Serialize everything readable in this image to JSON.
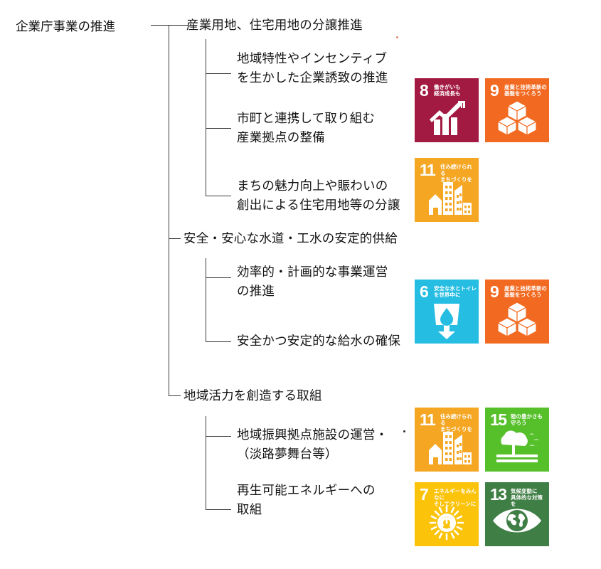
{
  "diagram": {
    "title": "企業庁事業の推進",
    "type": "organization-tree",
    "branches": [
      {
        "id": "branch-1",
        "label": "産業用地、住宅用地の分譲推進",
        "children": [
          {
            "id": "leaf-1-1",
            "label": "地域特性やインセンティブ\nを生かした企業誘致の推進"
          },
          {
            "id": "leaf-1-2",
            "label": "市町と連携して取り組む\n産業拠点の整備"
          },
          {
            "id": "leaf-1-3",
            "label": "まちの魅力向上や賑わいの\n創出による住宅用地等の分譲"
          }
        ],
        "sdgs": [
          "8",
          "9",
          "11"
        ]
      },
      {
        "id": "branch-2",
        "label": "安全・安心な水道・工水の安定的供給",
        "children": [
          {
            "id": "leaf-2-1",
            "label": "効率的・計画的な事業運営\nの推進"
          },
          {
            "id": "leaf-2-2",
            "label": "安全かつ安定的な給水の確保"
          }
        ],
        "sdgs": [
          "6",
          "9"
        ]
      },
      {
        "id": "branch-3",
        "label": "地域活力を創造する取組",
        "children": [
          {
            "id": "leaf-3-1",
            "label": "地域振興拠点施設の運営・\n（淡路夢舞台等）"
          },
          {
            "id": "leaf-3-2",
            "label": "再生可能エネルギーへの\n取組"
          }
        ],
        "sdgs": [
          "11",
          "15",
          "7",
          "13"
        ]
      }
    ]
  },
  "sdg_goals": {
    "6": {
      "number": "6",
      "title": "安全な水とトイレ\nを世界中に",
      "color": "#26BDE2",
      "icon": "water-glass-icon"
    },
    "7": {
      "number": "7",
      "title": "エネルギーをみんなに\nそしてクリーンに",
      "color": "#FCC30B",
      "icon": "sun-power-icon"
    },
    "8": {
      "number": "8",
      "title": "働きがいも\n経済成長も",
      "color": "#A21942",
      "icon": "growth-chart-icon"
    },
    "9": {
      "number": "9",
      "title": "産業と技術革新の\n基盤をつくろう",
      "color": "#F26A21",
      "icon": "cubes-icon"
    },
    "11": {
      "number": "11",
      "title": "住み続けられる\nまちづくりを",
      "color": "#F5A623",
      "icon": "city-buildings-icon"
    },
    "13": {
      "number": "13",
      "title": "気候変動に\n具体的な対策を",
      "color": "#3F7E44",
      "icon": "eye-globe-icon"
    },
    "15": {
      "number": "15",
      "title": "陸の豊かさも\n守ろう",
      "color": "#56C02B",
      "icon": "tree-land-icon"
    }
  },
  "style": {
    "line_color": "#3a3a3a",
    "text_color": "#141414",
    "background": "#ffffff"
  }
}
